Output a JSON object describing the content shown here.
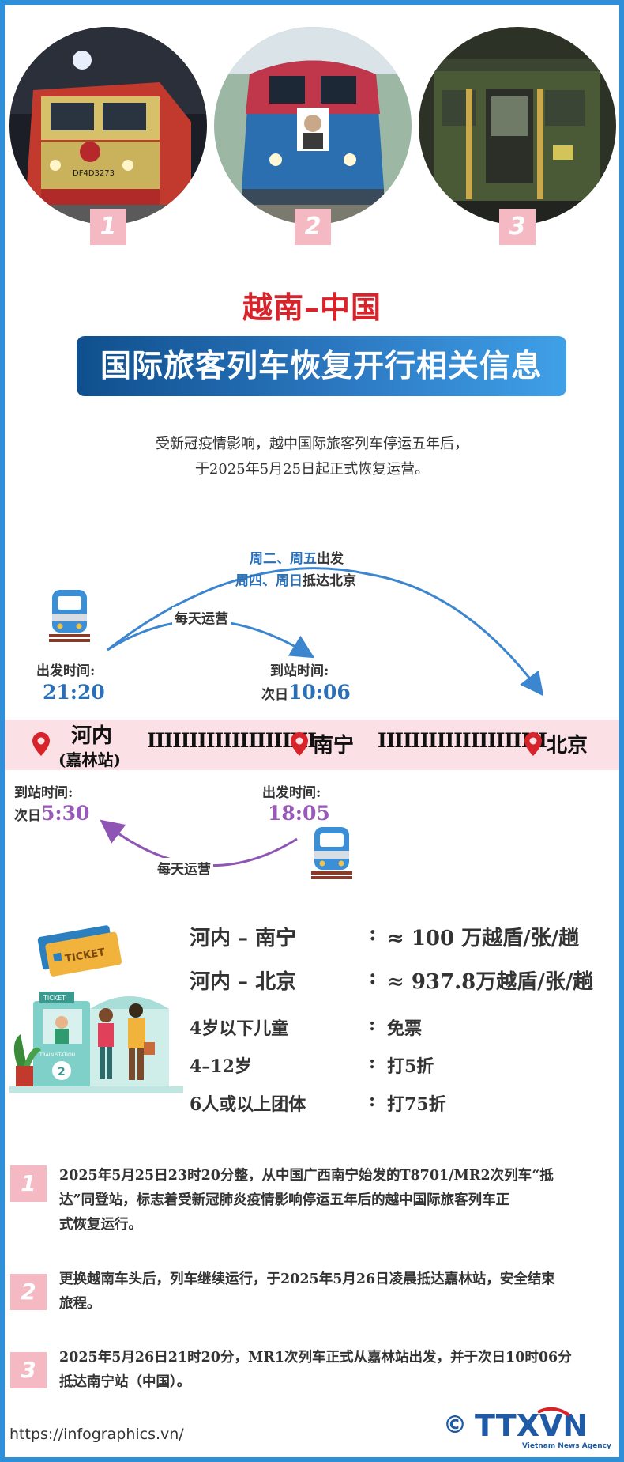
{
  "photos": {
    "badges": [
      "1",
      "2",
      "3"
    ],
    "locomotive_text": "DF4D3273"
  },
  "title": {
    "line1": "越南–中国",
    "line2": "国际旅客列车恢复开行相关信息"
  },
  "intro": {
    "line1": "受新冠疫情影响，越中国际旅客列车停运五年后，",
    "line2": "于2025年5月25日起正式恢复运营。"
  },
  "route": {
    "beijing_schedule": {
      "depart_days": "周二、周五",
      "depart_suffix": "出发",
      "arrive_days": "周四、周日",
      "arrive_suffix": "抵达北京"
    },
    "daily_label_top": "每天运营",
    "daily_label_bottom": "每天运营",
    "outbound_depart": {
      "label": "出发时间:",
      "time": "21:20"
    },
    "outbound_arrive": {
      "label": "到站时间:",
      "prefix": "次日",
      "time": "10:06"
    },
    "return_arrive": {
      "label": "到站时间:",
      "prefix": "次日",
      "time": "5:30"
    },
    "return_depart": {
      "label": "出发时间:",
      "time": "18:05"
    },
    "stations": {
      "hanoi": "河内",
      "hanoi_sub": "(嘉林站)",
      "nanning": "南宁",
      "beijing": "北京"
    },
    "track_marks": "IIIIIIIIIIIIIIIIIIII"
  },
  "fares": [
    {
      "route": "河内 – 南宁",
      "colon": ":",
      "value": "≈ 100 万越盾/张/趟"
    },
    {
      "route": "河内 – 北京",
      "colon": ":",
      "value": "≈ 937.8万越盾/张/趟"
    }
  ],
  "discounts": [
    {
      "group": "4岁以下儿童",
      "colon": ":",
      "value": "免票"
    },
    {
      "group": "4–12岁",
      "colon": ":",
      "value": "打5折"
    },
    {
      "group": "6人或以上团体",
      "colon": ":",
      "value": "打75折"
    }
  ],
  "illustration": {
    "ticket_text": "TICKET",
    "booth_sign": "TICKET",
    "station_sign": "TRAIN STATION",
    "booth_number": "2"
  },
  "notes": [
    {
      "num": "1",
      "line1": "2025年5月25日23时20分整，从中国广西南宁始发的T8701/MR2次列车“抵",
      "line2": "达”同登站，标志着受新冠肺炎疫情影响停运五年后的越中国际旅客列车正",
      "line3": "式恢复运行。"
    },
    {
      "num": "2",
      "line1": "更换越南车头后，列车继续运行，于2025年5月26日凌晨抵达嘉林站，安全结束",
      "line2": "旅程。"
    },
    {
      "num": "3",
      "line1": "2025年5月26日21时20分，MR1次列车正式从嘉林站出发，并于次日10时06分",
      "line2": "抵达南宁站（中国）。"
    }
  ],
  "footer": {
    "url": "https://infographics.vn/",
    "logo_mark": "©",
    "logo_text": "TTXVN",
    "logo_sub": "Vietnam News Agency"
  }
}
